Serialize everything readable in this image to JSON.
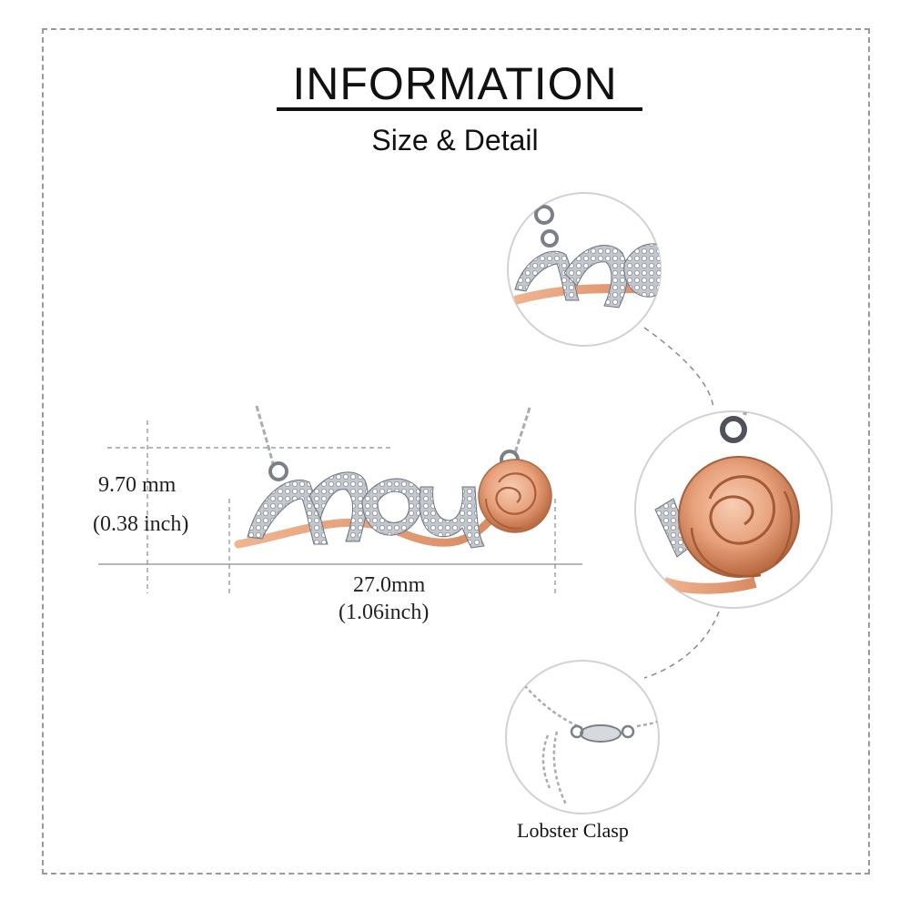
{
  "header": {
    "title": "INFORMATION",
    "subtitle": "Size & Detail"
  },
  "dimensions": {
    "height_mm": "9.70 mm",
    "height_inch": "(0.38 inch)",
    "width_mm": "27.0mm",
    "width_inch": "(1.06inch)"
  },
  "pendant": {
    "text": "MOU"
  },
  "details": {
    "clasp_caption": "Lobster  Clasp"
  },
  "colors": {
    "rose_gold": "#e8a27c",
    "silver": "#c9ccd2",
    "frame": "#9a9a9a"
  }
}
